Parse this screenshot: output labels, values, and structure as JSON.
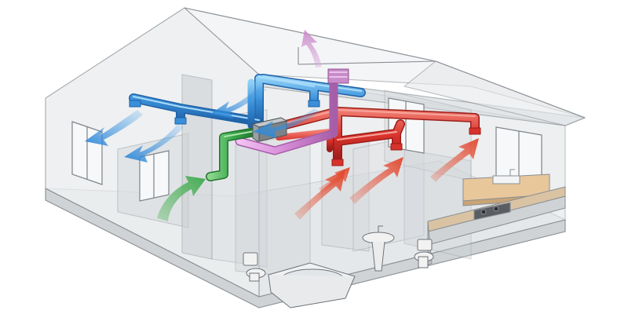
{
  "diagram": {
    "subject": "house-ventilation-heat-recovery-system",
    "colors": {
      "background": "#ffffff",
      "wall_line": "#8a8f94",
      "wall_fill": "#e7eaec",
      "wall_fill_dark": "#d5d9dc",
      "supply_duct": "#3a8fd8",
      "supply_duct_light": "#7cc0f2",
      "supply_arrow": "#3f9be6",
      "extract_duct": "#d8322c",
      "extract_arrow": "#e8553a",
      "fresh_intake": "#3aa84a",
      "fresh_arrow": "#56b55c",
      "exhaust_duct": "#d58ad6",
      "exhaust_arrow": "#d9a8d9",
      "unit": "#8f9498",
      "fixture": "#f2f2f2"
    },
    "arrows": {
      "supply": [
        "supply-arrow-1",
        "supply-arrow-2",
        "supply-arrow-3",
        "supply-arrow-4"
      ],
      "extract": [
        "extract-arrow-1",
        "extract-arrow-2",
        "extract-arrow-3",
        "extract-arrow-4"
      ],
      "fresh_in": [
        "fresh-air-intake-arrow"
      ],
      "exhaust_out": [
        "exhaust-outlet-arrow"
      ]
    },
    "fixtures": [
      "toilet-icon",
      "toilet-icon",
      "bathtub-icon",
      "sink-icon",
      "kitchen-sink-icon",
      "stove-icon",
      "window-icon",
      "window-icon",
      "window-icon",
      "window-icon"
    ]
  }
}
